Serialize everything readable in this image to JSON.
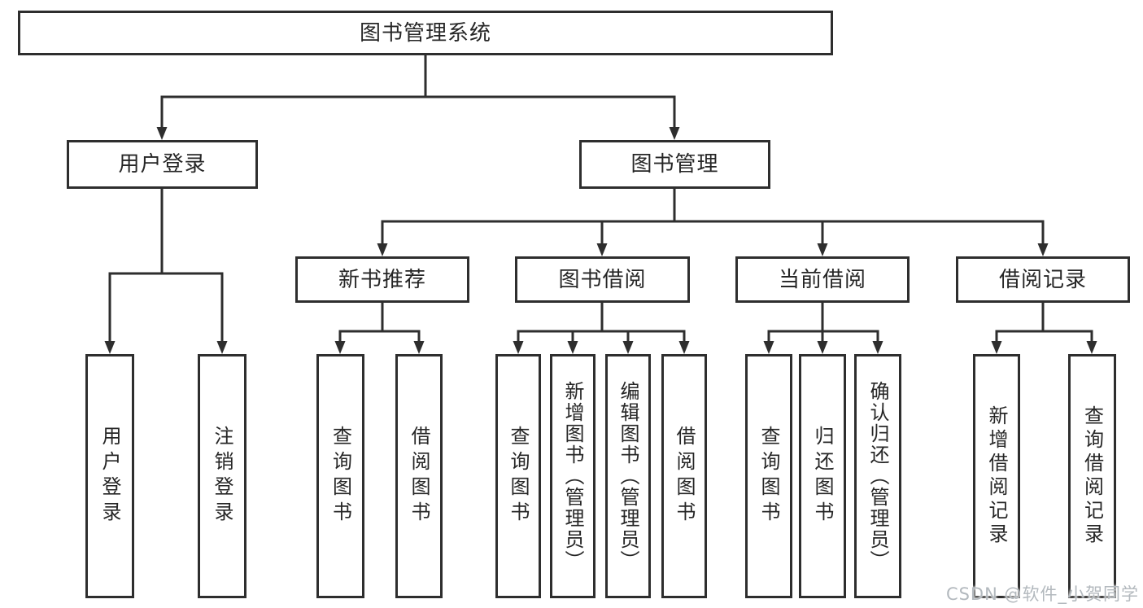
{
  "root": {
    "label": "图书管理系统"
  },
  "level2": {
    "user_login": {
      "label": "用户登录"
    },
    "book_management": {
      "label": "图书管理"
    }
  },
  "level3": {
    "new_book_recommend": {
      "label": "新书推荐"
    },
    "book_borrow": {
      "label": "图书借阅"
    },
    "current_borrow": {
      "label": "当前借阅"
    },
    "borrow_records": {
      "label": "借阅记录"
    }
  },
  "leaves": {
    "user_login": {
      "label": "用户登录"
    },
    "logout": {
      "label": "注销登录"
    },
    "query_books_recommend": {
      "label": "查询图书"
    },
    "borrow_books_recommend": {
      "label": "借阅图书"
    },
    "query_books_borrow": {
      "label": "查询图书"
    },
    "add_books_admin": {
      "label": "新增图书（管理员）"
    },
    "edit_books_admin": {
      "label": "编辑图书（管理员）"
    },
    "borrow_books": {
      "label": "借阅图书"
    },
    "query_books_current": {
      "label": "查询图书"
    },
    "return_books": {
      "label": "归还图书"
    },
    "confirm_return_admin": {
      "label": "确认归还（管理员）"
    },
    "add_borrow_record": {
      "label": "新增借阅记录"
    },
    "query_borrow_record": {
      "label": "查询借阅记录"
    }
  },
  "watermark": {
    "text": "CSDN @软件_小贺同学"
  },
  "colors": {
    "line": "#2e2e2e",
    "text": "#262626",
    "watermark": "#b3b9be",
    "background": "#ffffff"
  }
}
